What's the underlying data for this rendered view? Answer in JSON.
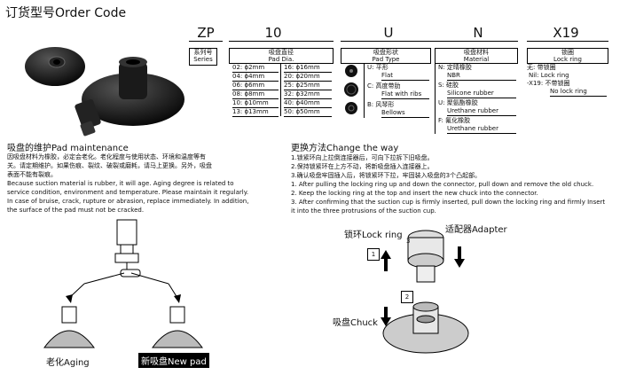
{
  "title": "订货型号Order Code",
  "code": {
    "letters": [
      "ZP",
      "10",
      "U",
      "N",
      "X19"
    ],
    "series": {
      "cn": "系列号",
      "en": "Series"
    },
    "diameter": {
      "cn": "吸盘直径",
      "en": "Pad Dia.",
      "left": [
        "02: ϕ2mm",
        "04: ϕ4mm",
        "06: ϕ6mm",
        "08: ϕ8mm",
        "10: ϕ10mm",
        "13: ϕ13mm"
      ],
      "right": [
        "16: ϕ16mm",
        "20: ϕ20mm",
        "25: ϕ25mm",
        "32: ϕ32mm",
        "40: ϕ40mm",
        "50: ϕ50mm"
      ]
    },
    "shape": {
      "cn": "吸盘形状",
      "en": "Pad Type",
      "items": [
        {
          "l1": "U: 平形",
          "l2": "Flat"
        },
        {
          "l1": "C: 高度带肋",
          "l2": "Flat with ribs"
        },
        {
          "l1": "B: 风琴形",
          "l2": "Bellows"
        }
      ]
    },
    "material": {
      "cn": "吸盘材料",
      "en": "Material",
      "items": [
        {
          "l1": "N: 定晴橡胶",
          "l2": "NBR"
        },
        {
          "l1": "S: 硅胶",
          "l2": "Silicone rubber"
        },
        {
          "l1": "U: 聚氨酯橡胶",
          "l2": "Urethane rubber"
        },
        {
          "l1": "F: 氟化橡胶",
          "l2": "Urethane rubber"
        }
      ]
    },
    "lockring": {
      "cn": "锁圈",
      "en": "Lock ring",
      "items": [
        "无: 带锁圈",
        "Nil: Lock ring",
        "-X19: 不带锁圈",
        "No lock ring"
      ]
    }
  },
  "maintenance": {
    "heading": "吸盘的维护Pad maintenance",
    "cn": [
      "因吸盘材料为橡胶，必定会老化。老化程度与使用状态、环境和温度等有",
      "关。请定期维护。如果伤痕、裂纹、破裂或磨耗，请马上更换。另外，吸盘",
      "表面不能有裂痕。"
    ],
    "en": [
      "Because suction material is rubber, it will age. Aging degree is related to",
      "service condition, environment and temperature. Please maintain it regularly.",
      "In case of bruise, crack, rupture or abrasion, replace immediately. In addition,",
      "the surface of the pad must not be cracked."
    ],
    "aging": "老化Aging",
    "newpad": "新吸盘New pad"
  },
  "change": {
    "heading": "更换方法Change the way",
    "steps": [
      "1.锁紧环向上拉倒连接器后，可向下拉拆下旧吸盘。",
      "2.保持锁紧环在上方不动，将新吸盘插入连接器上。",
      "3.确认吸盘牢固插入后，将锁紧环下拉，牢固装入吸盘的3个凸起部。",
      "1. After pulling the locking ring up and down the connector, pull down and remove the old chuck.",
      "2. Keep the locking ring at the top and insert the new chuck into the connector.",
      "3. After confirming that the suction cup is firmly inserted, pull down the locking ring and firmly Insert",
      "    it into the three protrusions of the suction cup."
    ],
    "lockring": "锁环Lock ring",
    "adapter": "适配器Adapter",
    "chuck": "吸盘Chuck",
    "num1": "1",
    "num2": "2",
    "num3": "3"
  }
}
